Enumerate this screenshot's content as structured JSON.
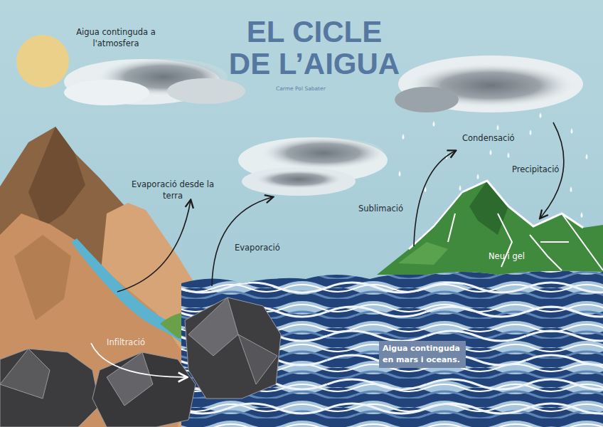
{
  "diagram": {
    "title": "EL CICLE DE L’AIGUA",
    "nodes": [
      {
        "text": [
          "Aigua continguda en mars i oceans."
        ]
      }
    ],
    "labels": [
      "Aigua continguda a l'atmosfera",
      "Carme Pol Sabater",
      "Condensació",
      "Evaporació desde la terra",
      "Precipitació",
      "Sublimació",
      "Evaporació",
      "Neu i gel",
      "Infiltració"
    ]
  }
}
